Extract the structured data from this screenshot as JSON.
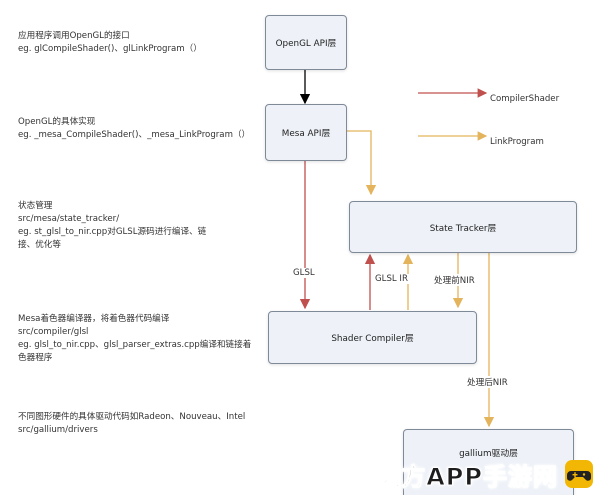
{
  "notes": {
    "n1": [
      "应用程序调用OpenGL的接口",
      "eg. glCompileShader()、glLinkProgram（）"
    ],
    "n2": [
      "OpenGL的具体实现",
      "eg. _mesa_CompileShader()、_mesa_LinkProgram（）"
    ],
    "n3": [
      "状态管理",
      "src/mesa/state_tracker/",
      "eg. st_glsl_to_nir.cpp对GLSL源码进行编译、链",
      "接、优化等"
    ],
    "n4": [
      "Mesa着色器编译器，将着色器代码编译",
      "src/compiler/glsl",
      "eg. glsl_to_nir.cpp、glsl_parser_extras.cpp编译和链接着",
      "色器程序"
    ],
    "n5": [
      "不同图形硬件的具体驱动代码如Radeon、Nouveau、Intel",
      "src/gallium/drivers"
    ]
  },
  "boxes": {
    "opengl_api": "OpenGL API层",
    "mesa_api": "Mesa API层",
    "state_tracker": "State Tracker层",
    "shader_compiler": "Shader Compiler层",
    "gallium": "gallium驱动层"
  },
  "edge_labels": {
    "glsl": "GLSL",
    "glsl_ir": "GLSL IR",
    "pre_nir": "处理前NIR",
    "post_nir": "处理后NIR"
  },
  "legend": {
    "compiler_shader": "CompilerShader",
    "link_program": "LinkProgram"
  },
  "colors": {
    "compile_arrow": "#c0504d",
    "link_arrow": "#e4b45c",
    "call_arrow": "#000000"
  },
  "watermark": {
    "text": "远方APP手游网",
    "logo_icon": "game-controller-icon"
  }
}
